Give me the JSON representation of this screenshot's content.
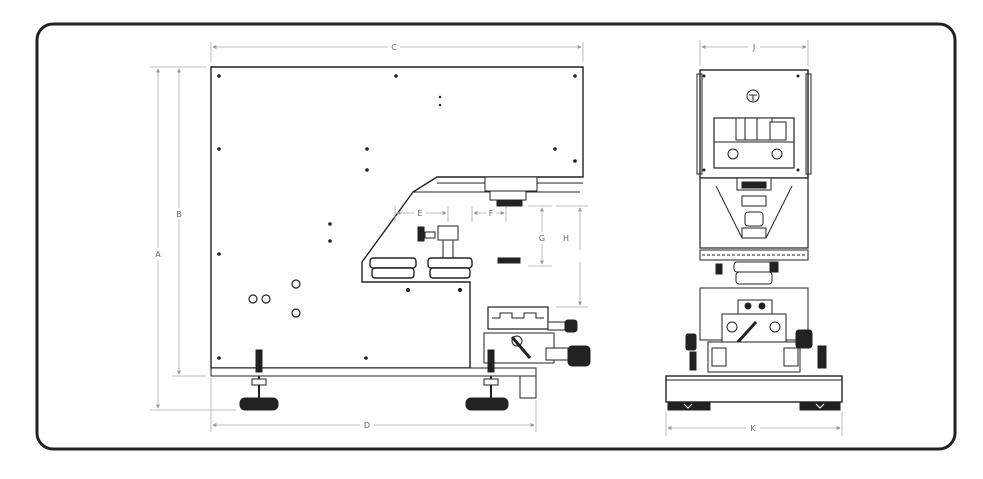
{
  "dimension_labels": {
    "A": "A",
    "B": "B",
    "C": "C",
    "D": "D",
    "E": "E",
    "F": "F",
    "G": "G",
    "H": "H",
    "J": "J",
    "K": "K"
  },
  "views": [
    "side-view",
    "front-view"
  ]
}
